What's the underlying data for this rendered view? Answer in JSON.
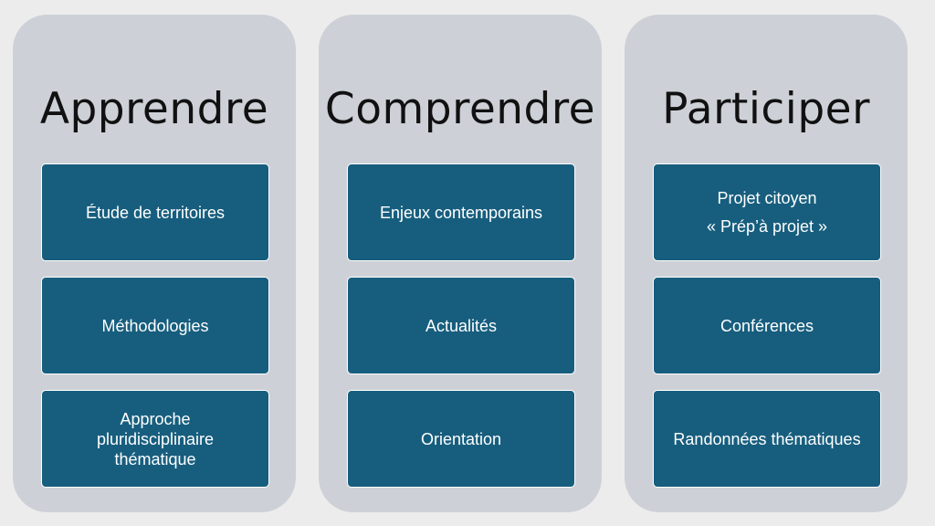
{
  "columns": [
    {
      "title": "Apprendre",
      "items": [
        {
          "lines": [
            "Étude de territoires"
          ]
        },
        {
          "lines": [
            "Méthodologies"
          ]
        },
        {
          "lines": [
            "Approche",
            "pluridisciplinaire",
            "thématique"
          ]
        }
      ]
    },
    {
      "title": "Comprendre",
      "items": [
        {
          "lines": [
            "Enjeux contemporains"
          ]
        },
        {
          "lines": [
            "Actualités"
          ]
        },
        {
          "lines": [
            "Orientation"
          ]
        }
      ]
    },
    {
      "title": "Participer",
      "items": [
        {
          "lines": [
            "Projet citoyen",
            "« Prép’à projet »"
          ]
        },
        {
          "lines": [
            "Conférences"
          ]
        },
        {
          "lines": [
            "Randonnées thématiques"
          ]
        }
      ]
    }
  ],
  "colors": {
    "background": "#ececec",
    "column": "#cdd1d7",
    "box": "#175e7e",
    "box_border": "#ffffff",
    "box_text": "#ffffff",
    "title_text": "#111111"
  }
}
